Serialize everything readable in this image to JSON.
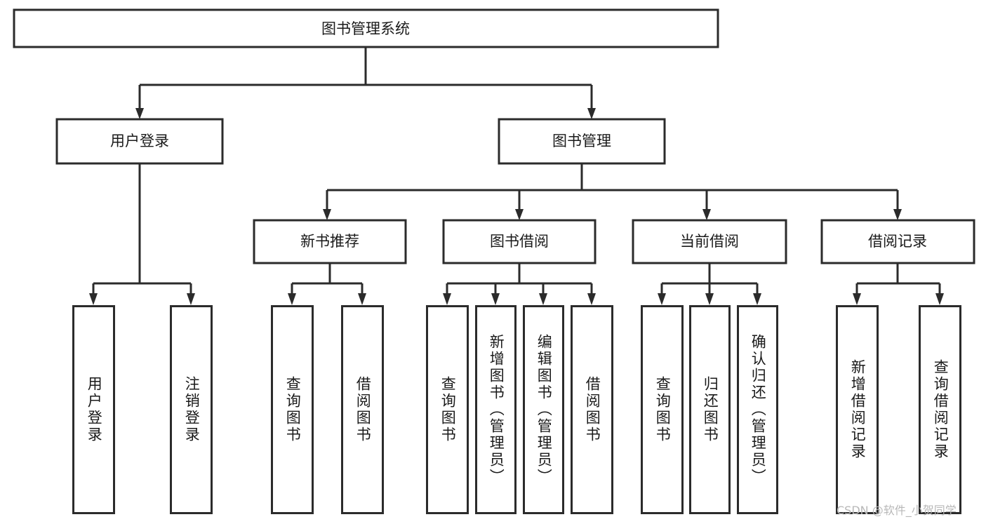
{
  "diagram": {
    "type": "tree-hierarchy",
    "title": "图书管理系统",
    "watermark": "CSDN @软件_小贺同学",
    "colors": {
      "node_border": "#2b2b2b",
      "node_fill": "#ffffff",
      "connector": "#2b2b2b",
      "text": "#1a1a1a",
      "watermark": "#b8b8b8",
      "background": "#ffffff"
    },
    "nodes": {
      "root": {
        "label": "图书管理系统",
        "level": 1,
        "orientation": "horizontal"
      },
      "l2": [
        {
          "id": "user-login",
          "label": "用户登录",
          "level": 2,
          "orientation": "horizontal"
        },
        {
          "id": "book-manage",
          "label": "图书管理",
          "level": 2,
          "orientation": "horizontal"
        }
      ],
      "l3": [
        {
          "id": "new-book-recommend",
          "label": "新书推荐",
          "level": 3,
          "orientation": "horizontal"
        },
        {
          "id": "book-borrow",
          "label": "图书借阅",
          "level": 3,
          "orientation": "horizontal"
        },
        {
          "id": "current-borrow",
          "label": "当前借阅",
          "level": 3,
          "orientation": "horizontal"
        },
        {
          "id": "borrow-record",
          "label": "借阅记录",
          "level": 3,
          "orientation": "horizontal"
        }
      ],
      "leaves": [
        {
          "id": "leaf-user-login",
          "label": "用户登录",
          "parent": "user-login",
          "orientation": "vertical"
        },
        {
          "id": "leaf-logout-login",
          "label": "注销登录",
          "parent": "user-login",
          "orientation": "vertical"
        },
        {
          "id": "leaf-query-book-1",
          "label": "查询图书",
          "parent": "new-book-recommend",
          "orientation": "vertical"
        },
        {
          "id": "leaf-borrow-book-1",
          "label": "借阅图书",
          "parent": "new-book-recommend",
          "orientation": "vertical"
        },
        {
          "id": "leaf-query-book-2",
          "label": "查询图书",
          "parent": "book-borrow",
          "orientation": "vertical"
        },
        {
          "id": "leaf-add-book",
          "label": "新增图书（管理员）",
          "parent": "book-borrow",
          "orientation": "vertical"
        },
        {
          "id": "leaf-edit-book",
          "label": "编辑图书（管理员）",
          "parent": "book-borrow",
          "orientation": "vertical"
        },
        {
          "id": "leaf-borrow-book-2",
          "label": "借阅图书",
          "parent": "book-borrow",
          "orientation": "vertical"
        },
        {
          "id": "leaf-query-book-3",
          "label": "查询图书",
          "parent": "current-borrow",
          "orientation": "vertical"
        },
        {
          "id": "leaf-return-book",
          "label": "归还图书",
          "parent": "current-borrow",
          "orientation": "vertical"
        },
        {
          "id": "leaf-confirm-return",
          "label": "确认归还（管理员）",
          "parent": "current-borrow",
          "orientation": "vertical"
        },
        {
          "id": "leaf-add-record",
          "label": "新增借阅记录",
          "parent": "borrow-record",
          "orientation": "vertical"
        },
        {
          "id": "leaf-query-record",
          "label": "查询借阅记录",
          "parent": "borrow-record",
          "orientation": "vertical"
        }
      ]
    }
  }
}
